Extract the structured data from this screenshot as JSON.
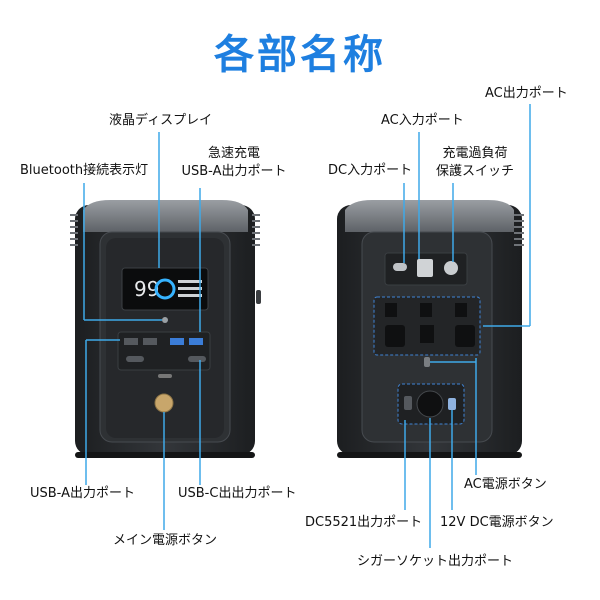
{
  "title": "各部名称",
  "colors": {
    "title": "#1e7fe0",
    "leader": "#3fa9e8",
    "body": "#2a2c2f",
    "top": "#8a8e93"
  },
  "labels": {
    "lcd": "液晶ディスプレイ",
    "bluetooth": "Bluetooth接続表示灯",
    "fast_usba_1": "急速充電",
    "fast_usba_2": "USB-A出力ポート",
    "usba": "USB-A出力ポート",
    "usbc": "USB-C出出力ポート",
    "main_power": "メイン電源ボタン",
    "ac_out": "AC出力ポート",
    "ac_in": "AC入力ポート",
    "dc_in": "DC入力ポート",
    "overload_1": "充電過負荷",
    "overload_2": "保護スイッチ",
    "ac_power": "AC電源ボタン",
    "dc5521": "DC5521出力ポート",
    "dc12v": "12V DC電源ボタン",
    "cigar": "シガーソケット出力ポート"
  },
  "display": {
    "percent": "99"
  }
}
